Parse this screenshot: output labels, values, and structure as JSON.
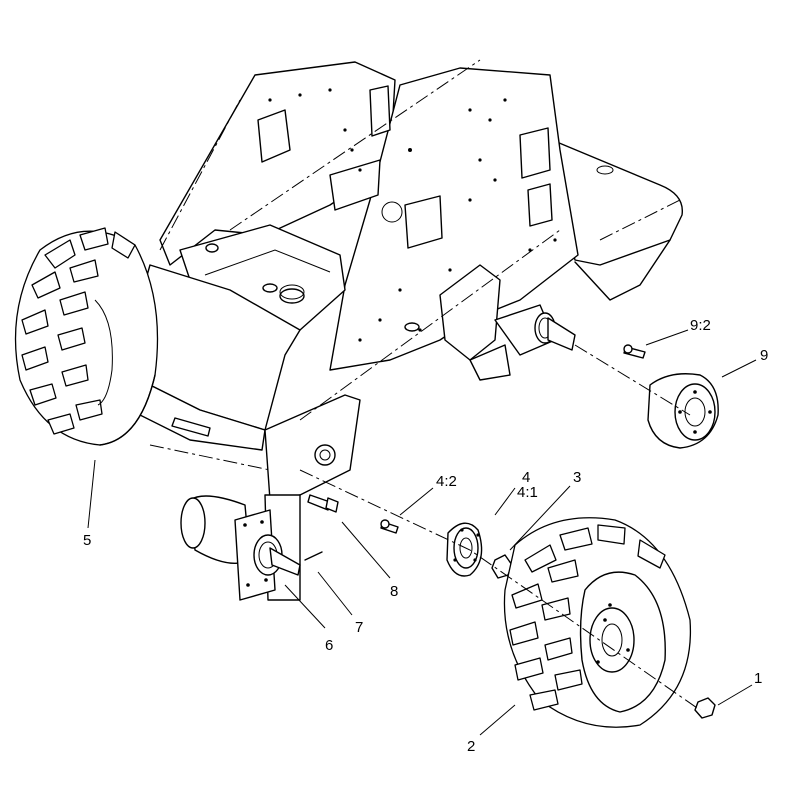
{
  "callouts": {
    "c1": "1",
    "c2": "2",
    "c3": "3",
    "c4": "4",
    "c4_1": "4:1",
    "c4_2": "4:2",
    "c5": "5",
    "c6": "6",
    "c7": "7",
    "c8": "8",
    "c9": "9",
    "c9_2": "9:2"
  }
}
